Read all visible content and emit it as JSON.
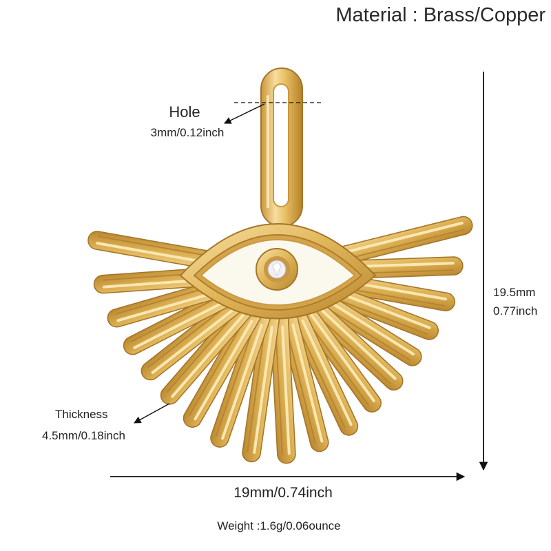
{
  "labels": {
    "material": "Material : Brass/Copper",
    "hole_title": "Hole",
    "hole_size": "3mm/0.12inch",
    "height_mm": "19.5mm",
    "height_in": "0.77inch",
    "thickness_title": "Thickness",
    "thickness_size": "4.5mm/0.18inch",
    "width": "19mm/0.74inch",
    "weight": "Weight :1.6g/0.06ounce"
  },
  "colors": {
    "gold": "#e2b85c",
    "gold_light": "#f6dc9a",
    "gold_dark": "#b9862e",
    "enamel": "#fbf8ee",
    "pupil_gem": "#f1eef4",
    "annotation": "#111111"
  },
  "icons": {
    "hole_pointer": "arrow-down-left-icon",
    "height_dimension": "vertical-arrow-icon",
    "width_dimension": "horizontal-arrow-icon",
    "thickness_pointer": "arrow-down-left-icon"
  }
}
